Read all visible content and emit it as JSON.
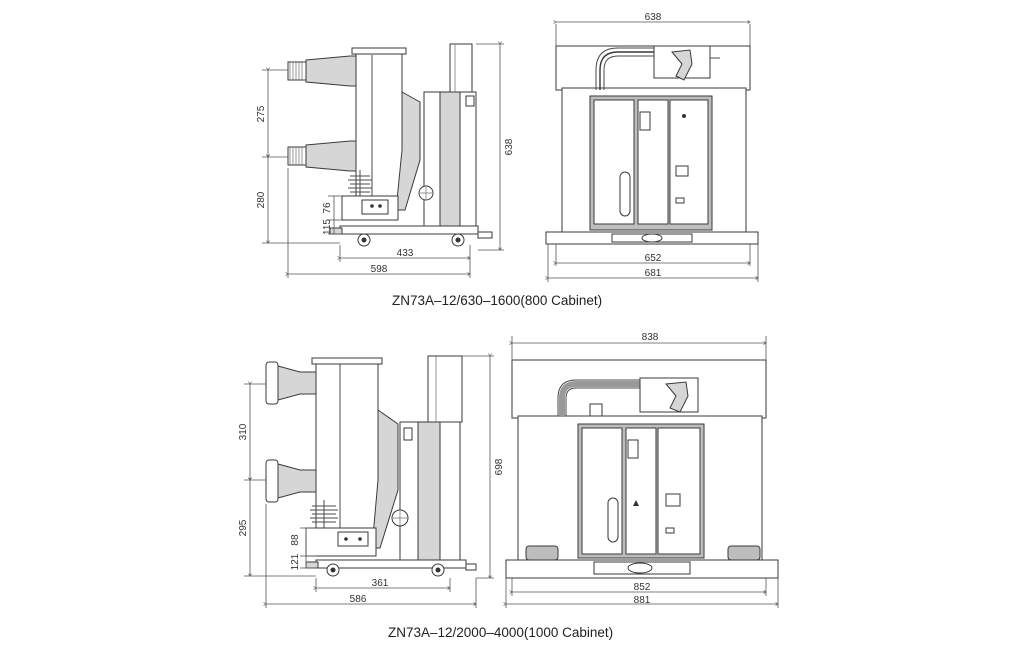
{
  "top": {
    "caption": "ZN73A–12/630–1600(800 Cabinet)",
    "side": {
      "d_upper": "275",
      "d_lower": "280",
      "d_76": "76",
      "d_115": "115",
      "d_height": "638",
      "d_433": "433",
      "d_598": "598"
    },
    "front": {
      "d_width": "638",
      "d_652": "652",
      "d_681": "681"
    }
  },
  "bottom": {
    "caption": "ZN73A–12/2000–4000(1000 Cabinet)",
    "side": {
      "d_upper": "310",
      "d_lower": "295",
      "d_88": "88",
      "d_121": "121",
      "d_height": "698",
      "d_361": "361",
      "d_586": "586"
    },
    "front": {
      "d_width": "838",
      "d_852": "852",
      "d_881": "881"
    }
  }
}
